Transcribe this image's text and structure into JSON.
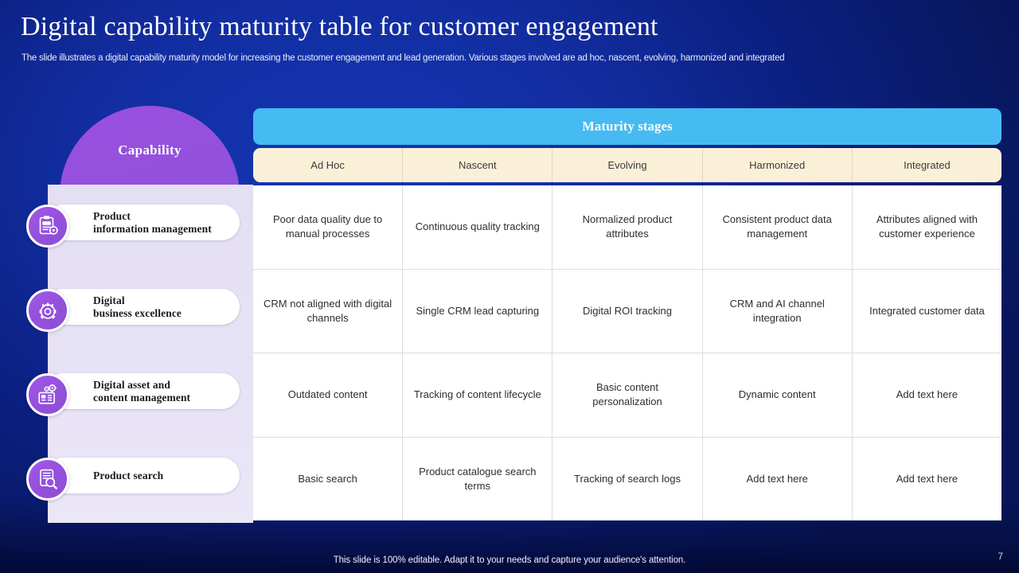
{
  "header": {
    "title": "Digital capability maturity table for customer engagement",
    "subtitle": "The slide illustrates a digital capability maturity model for increasing the customer engagement and lead generation. Various stages involved are ad hoc, nascent, evolving, harmonized and integrated"
  },
  "sidebar": {
    "dome_label": "Capability",
    "items": [
      {
        "label_line1": "Product",
        "label_line2": "information management",
        "icon": "clipboard-gear-icon"
      },
      {
        "label_line1": "Digital",
        "label_line2": "business excellence",
        "icon": "gear-crown-icon"
      },
      {
        "label_line1": "Digital asset and",
        "label_line2": "content management",
        "icon": "content-gears-icon"
      },
      {
        "label_line1": "Product search",
        "label_line2": "",
        "icon": "document-search-icon"
      }
    ]
  },
  "table": {
    "banner_label": "Maturity stages",
    "columns": [
      "Ad Hoc",
      "Nascent",
      "Evolving",
      "Harmonized",
      "Integrated"
    ],
    "rows": [
      {
        "capability": "Product information management",
        "cells": [
          "Poor data quality due to manual processes",
          "Continuous quality tracking",
          "Normalized product attributes",
          "Consistent product data management",
          "Attributes aligned with customer experience"
        ]
      },
      {
        "capability": "Digital business excellence",
        "cells": [
          "CRM not aligned with digital channels",
          "Single CRM lead capturing",
          "Digital ROI tracking",
          "CRM and AI channel integration",
          "Integrated customer data"
        ]
      },
      {
        "capability": "Digital asset and content management",
        "cells": [
          "Outdated content",
          "Tracking of content lifecycle",
          "Basic content personalization",
          "Dynamic content",
          "Add text here"
        ]
      },
      {
        "capability": "Product search",
        "cells": [
          "Basic search",
          "Product catalogue search terms",
          "Tracking of search logs",
          "Add text here",
          "Add text here"
        ]
      }
    ]
  },
  "footer": {
    "note": "This slide is 100% editable. Adapt it to your needs and capture your audience's attention.",
    "page_number": "7"
  },
  "colors": {
    "background_blue": "#0d2699",
    "banner_blue": "#45bbf2",
    "header_cream": "#faf0d8",
    "accent_purple": "#9450dd",
    "panel_lavender": "#e7e2f5"
  }
}
